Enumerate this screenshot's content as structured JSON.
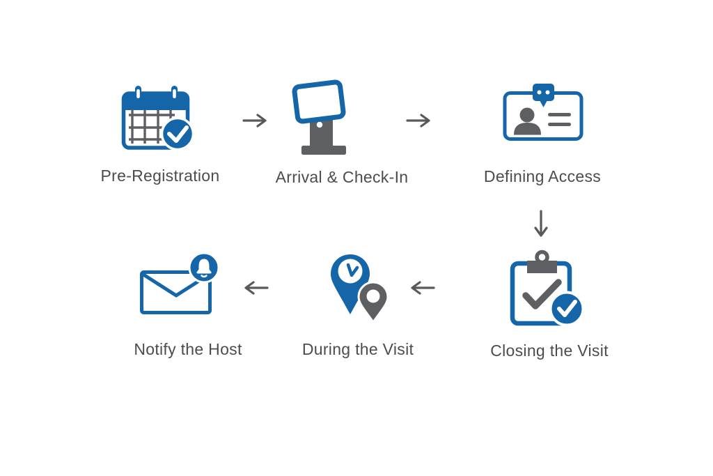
{
  "palette": {
    "blue": "#1565A9",
    "icon_gray": "#5D5F62",
    "arrow_gray": "#58595B",
    "text_gray": "#4C4C4E",
    "background": "#FFFFFF"
  },
  "flow": {
    "steps": [
      {
        "label": "Pre-Registration",
        "icon": "calendar-check-icon"
      },
      {
        "label": "Arrival & Check-In",
        "icon": "check-in-kiosk-icon"
      },
      {
        "label": "Defining Access",
        "icon": "id-badge-chat-icon"
      },
      {
        "label": "Closing the Visit",
        "icon": "clipboard-check-icon"
      },
      {
        "label": "During the Visit",
        "icon": "map-pins-clock-icon"
      },
      {
        "label": "Notify the Host",
        "icon": "envelope-bell-icon"
      }
    ],
    "arrows": [
      {
        "between": [
          "Pre-Registration",
          "Arrival & Check-In"
        ],
        "direction": "right"
      },
      {
        "between": [
          "Arrival & Check-In",
          "Defining Access"
        ],
        "direction": "right"
      },
      {
        "between": [
          "Defining Access",
          "Closing the Visit"
        ],
        "direction": "down"
      },
      {
        "between": [
          "Closing the Visit",
          "During the Visit"
        ],
        "direction": "left"
      },
      {
        "between": [
          "During the Visit",
          "Notify the Host"
        ],
        "direction": "left"
      }
    ]
  }
}
